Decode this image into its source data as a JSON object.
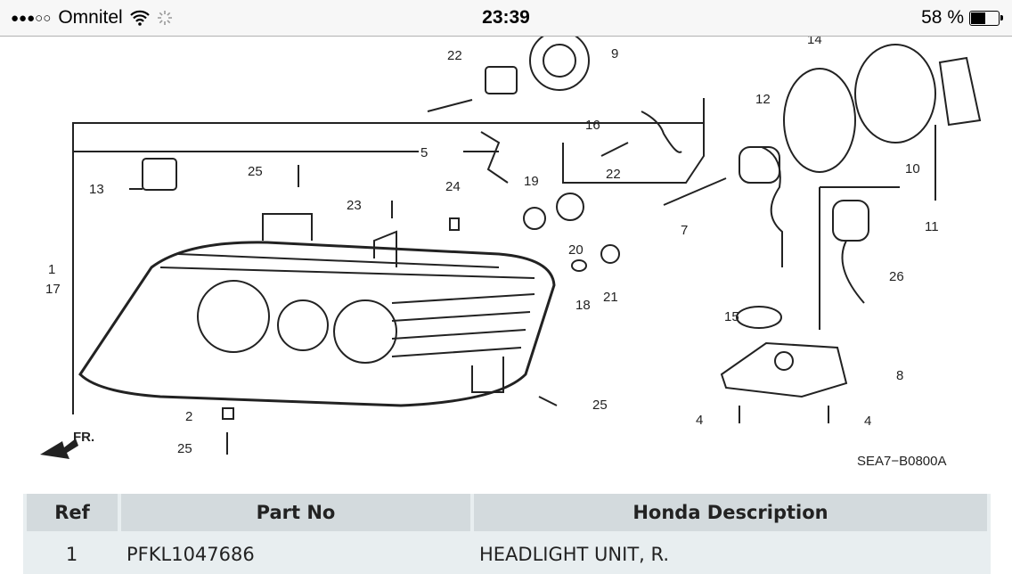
{
  "status_bar": {
    "signal": "●●●○○",
    "carrier": "Omnitel",
    "time": "23:39",
    "battery": "58 %",
    "battery_level": 0.58
  },
  "diagram": {
    "code": "SEA7−B0800A",
    "front_label": "FR.",
    "callouts": [
      "22",
      "9",
      "14",
      "16",
      "5",
      "12",
      "13",
      "25",
      "23",
      "24",
      "19",
      "22",
      "7",
      "10",
      "11",
      "1",
      "17",
      "20",
      "21",
      "18",
      "26",
      "15",
      "8",
      "2",
      "25",
      "4",
      "4",
      "25"
    ]
  },
  "table": {
    "headers": [
      "Ref",
      "Part No",
      "Honda Description"
    ],
    "rows": [
      {
        "ref": "1",
        "part_no": "PFKL1047686",
        "description": "HEADLIGHT UNIT, R."
      }
    ]
  }
}
